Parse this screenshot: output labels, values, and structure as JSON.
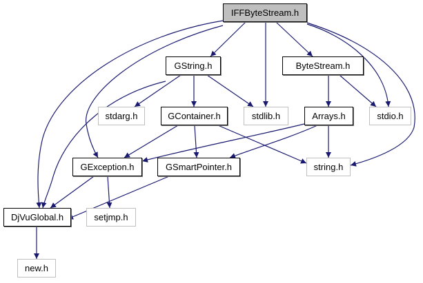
{
  "diagram": {
    "edge_color": "#191970",
    "root_fill": "#bfbfbf",
    "system_border": "#bfbfbf",
    "nodes": {
      "iffbytestream": "IFFByteStream.h",
      "gstring": "GString.h",
      "bytestream": "ByteStream.h",
      "stdarg": "stdarg.h",
      "gcontainer": "GContainer.h",
      "stdlib": "stdlib.h",
      "arrays": "Arrays.h",
      "stdio": "stdio.h",
      "gexception": "GException.h",
      "gsmartpointer": "GSmartPointer.h",
      "string": "string.h",
      "djvuglobal": "DjVuGlobal.h",
      "setjmp": "setjmp.h",
      "new": "new.h"
    },
    "edges": [
      [
        "IFFByteStream.h",
        "GString.h"
      ],
      [
        "IFFByteStream.h",
        "stdlib.h"
      ],
      [
        "IFFByteStream.h",
        "ByteStream.h"
      ],
      [
        "IFFByteStream.h",
        "stdio.h"
      ],
      [
        "IFFByteStream.h",
        "string.h"
      ],
      [
        "IFFByteStream.h",
        "DjVuGlobal.h"
      ],
      [
        "IFFByteStream.h",
        "GException.h"
      ],
      [
        "GString.h",
        "stdarg.h"
      ],
      [
        "GString.h",
        "GContainer.h"
      ],
      [
        "GString.h",
        "stdlib.h"
      ],
      [
        "GString.h",
        "DjVuGlobal.h"
      ],
      [
        "ByteStream.h",
        "Arrays.h"
      ],
      [
        "ByteStream.h",
        "stdio.h"
      ],
      [
        "GContainer.h",
        "GException.h"
      ],
      [
        "GContainer.h",
        "GSmartPointer.h"
      ],
      [
        "GContainer.h",
        "string.h"
      ],
      [
        "Arrays.h",
        "GException.h"
      ],
      [
        "Arrays.h",
        "GSmartPointer.h"
      ],
      [
        "Arrays.h",
        "string.h"
      ],
      [
        "GException.h",
        "DjVuGlobal.h"
      ],
      [
        "GException.h",
        "setjmp.h"
      ],
      [
        "GSmartPointer.h",
        "DjVuGlobal.h"
      ],
      [
        "DjVuGlobal.h",
        "new.h"
      ]
    ]
  }
}
